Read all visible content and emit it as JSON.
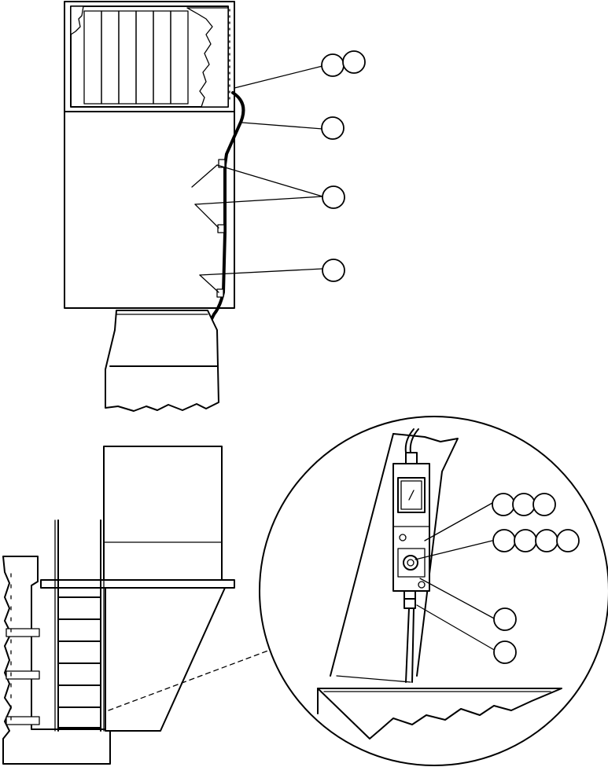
{
  "diagram": {
    "callouts": [
      {
        "id": "cab-harness-pair",
        "texts": [
          "",
          ""
        ]
      },
      {
        "id": "harness-cable",
        "texts": [
          ""
        ]
      },
      {
        "id": "cable-clamps",
        "texts": [
          ""
        ]
      },
      {
        "id": "lower-clamp",
        "texts": [
          ""
        ]
      },
      {
        "id": "switch-group-a",
        "texts": [
          "",
          "",
          ""
        ]
      },
      {
        "id": "switch-group-b",
        "texts": [
          "",
          "",
          "",
          ""
        ]
      },
      {
        "id": "connector",
        "texts": [
          ""
        ]
      },
      {
        "id": "cable-end",
        "texts": [
          ""
        ]
      }
    ],
    "colors": {
      "line": "#000000",
      "background": "#ffffff"
    }
  }
}
